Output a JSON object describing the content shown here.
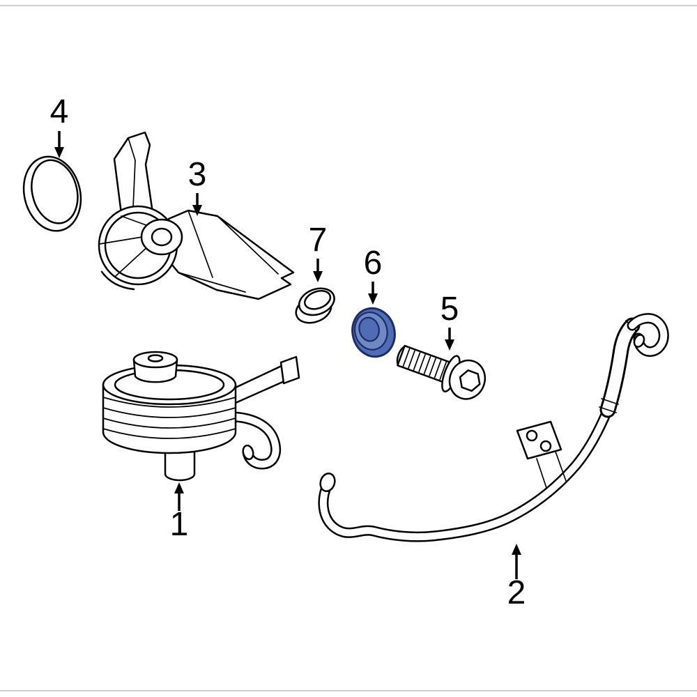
{
  "callouts": [
    "1",
    "2",
    "3",
    "4",
    "5",
    "6",
    "7"
  ],
  "colors": {
    "line": "#000000",
    "background": "#ffffff",
    "frame_border": "#cfcfcf",
    "highlight_fill": "#4f6cb4",
    "highlight_inner": "#7089c4",
    "highlight_stroke": "#1b2c66"
  }
}
